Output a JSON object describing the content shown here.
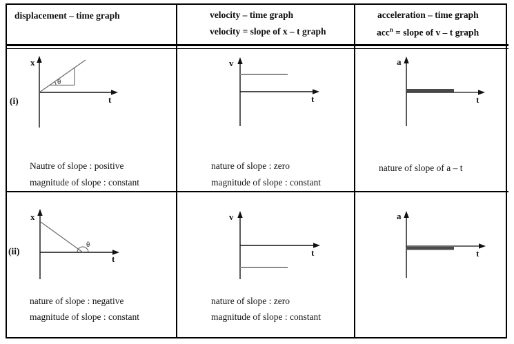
{
  "header": {
    "col1_line1": "displacement – time graph",
    "col2_line1": "velocity – time graph",
    "col2_line2": "velocity = slope of x – t graph",
    "col3_line1": "acceleration – time graph",
    "col3_acc": "acc",
    "col3_sup": "n",
    "col3_rest": " = slope of v – t graph"
  },
  "rows": [
    {
      "label": "(i)",
      "xt": {
        "y_axis": "x",
        "x_axis": "t",
        "angle": "θ",
        "shape": "straight line rising from origin at angle θ (slope triangle drawn)",
        "note1": "Nautre of slope : positive",
        "note2": "magnitude of slope : constant"
      },
      "vt": {
        "y_axis": "v",
        "x_axis": "t",
        "shape": "horizontal line above t-axis (constant positive velocity)",
        "note1": "nature of slope : zero",
        "note2": "magnitude of slope : constant"
      },
      "at": {
        "y_axis": "a",
        "x_axis": "t",
        "shape": "thick bar lying on t-axis (zero acceleration)",
        "note1": "nature of slope of a – t"
      }
    },
    {
      "label": "(ii)",
      "xt": {
        "y_axis": "x",
        "x_axis": "t",
        "angle": "θ",
        "shape": "straight line falling from positive x-intercept, obtuse angle θ with t-axis",
        "note1": "nature of slope : negative",
        "note2": "magnitude of slope : constant"
      },
      "vt": {
        "y_axis": "v",
        "x_axis": "t",
        "shape": "horizontal line below t-axis (constant negative velocity)",
        "note1": "nature of slope : zero",
        "note2": "magnitude of slope : constant"
      },
      "at": {
        "y_axis": "a",
        "x_axis": "t",
        "shape": "thick bar just below t-axis (zero acceleration)"
      }
    }
  ],
  "colors": {
    "border": "#000000",
    "text": "#111111",
    "gray_line": "#6f6f6f",
    "flat_gray_line": "#8a8a8a",
    "dark_bar": "#4a4a4a"
  }
}
